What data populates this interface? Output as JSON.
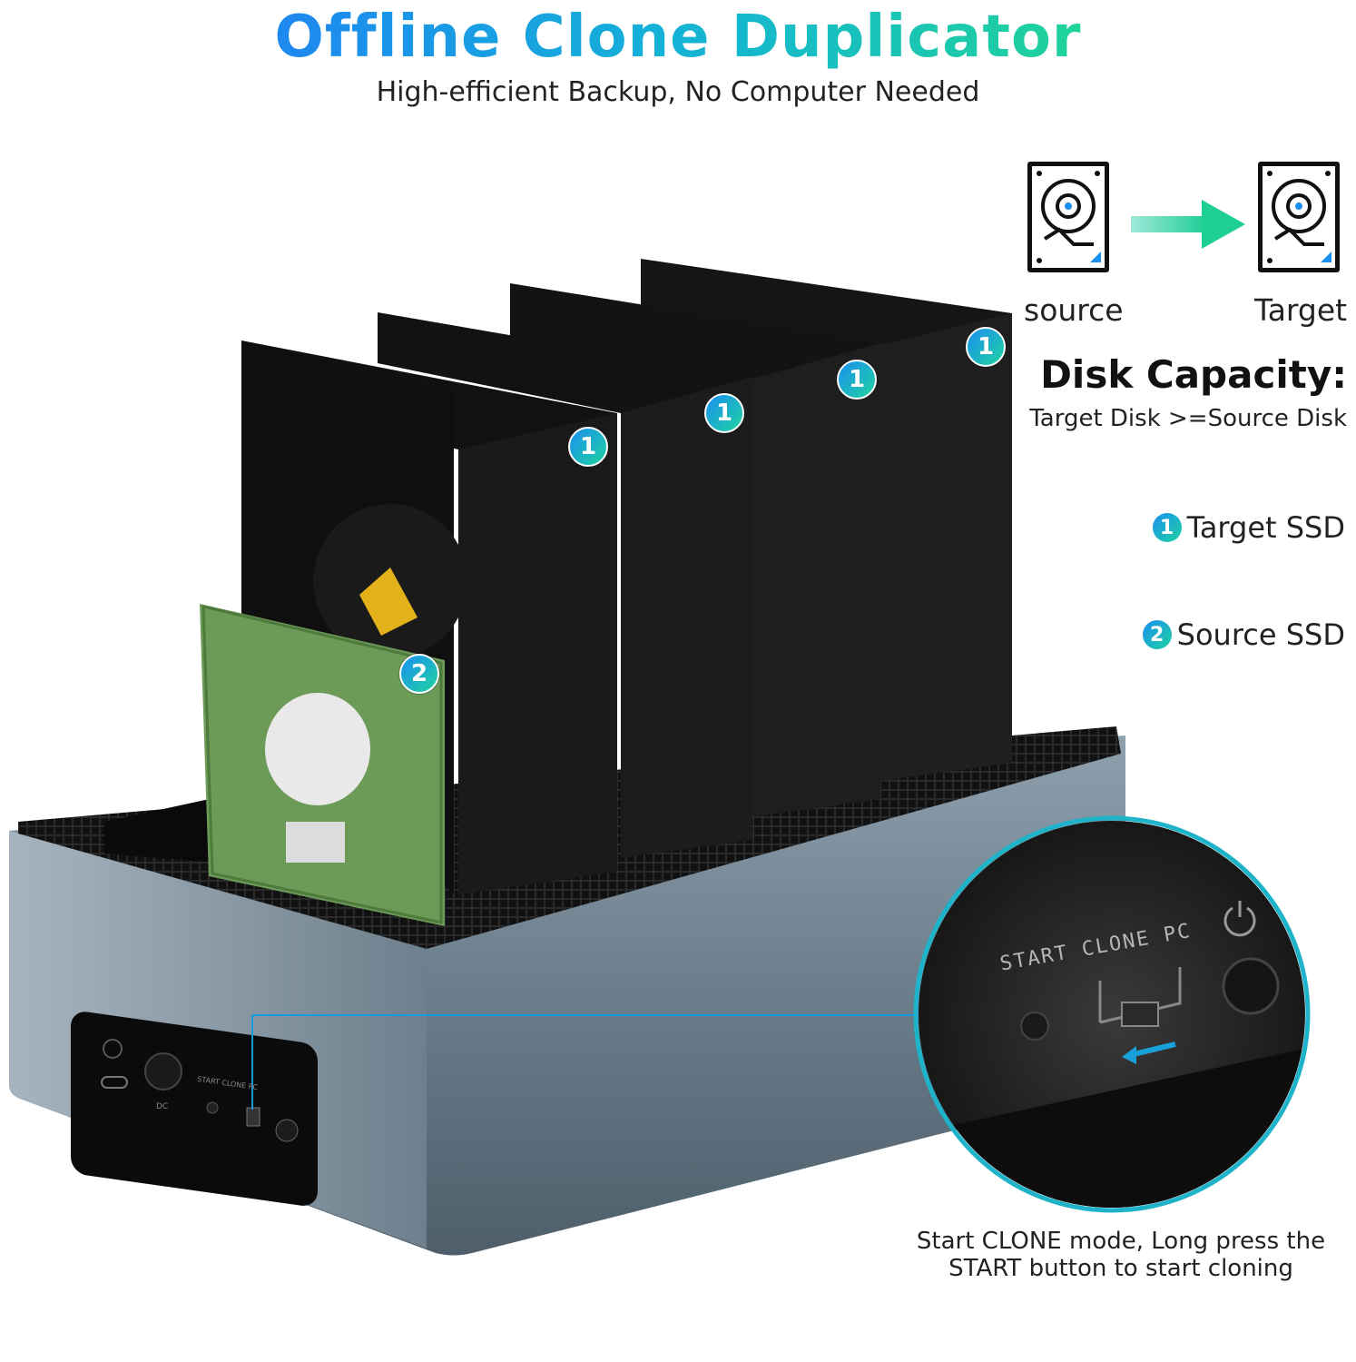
{
  "header": {
    "title": "Offline Clone Duplicator",
    "subtitle": "High-efficient Backup, No Computer Needed"
  },
  "clone_diagram": {
    "source_label": "source",
    "target_label": "Target",
    "source_icon": "hard-disk-icon",
    "target_icon": "hard-disk-icon",
    "arrow_icon": "arrow-right-icon"
  },
  "capacity": {
    "title": "Disk Capacity:",
    "text": "Target Disk >=Source Disk"
  },
  "legend": [
    {
      "number": "1",
      "label": "Target SSD"
    },
    {
      "number": "2",
      "label": "Source SSD"
    }
  ],
  "drives": [
    {
      "badge": "1"
    },
    {
      "badge": "1"
    },
    {
      "badge": "1"
    },
    {
      "badge": "1"
    },
    {
      "badge": "2"
    }
  ],
  "panel": {
    "switch_text": "START CLONE PC",
    "small_switch_text": "START CLONE PC",
    "port_label": "DC"
  },
  "caption": {
    "line1": "Start CLONE mode, Long press the",
    "line2": "START button to start cloning"
  },
  "colors": {
    "accent_start": "#1e88f0",
    "accent_end": "#1fd39a",
    "base_body": "#6f8391",
    "drive_body": "#141414",
    "pcb": "#6c9b58"
  }
}
